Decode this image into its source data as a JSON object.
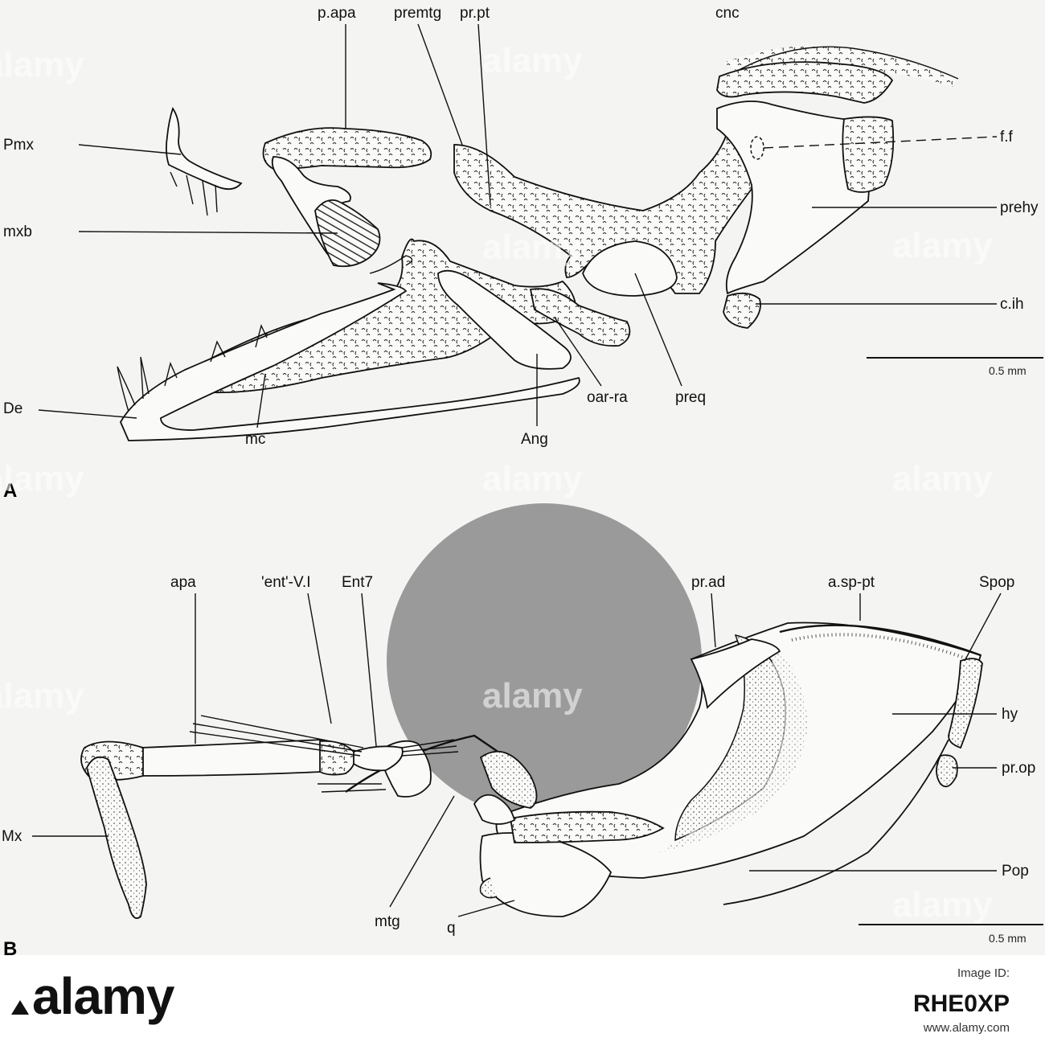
{
  "panels": {
    "A": {
      "label": "A",
      "labels": {
        "p_apa": "p.apa",
        "premtg": "premtg",
        "pr_pt": "pr.pt",
        "cnc": "cnc",
        "f_f": "f.f",
        "pmx": "Pmx",
        "mxb": "mxb",
        "prehy": "prehy",
        "c_ih": "c.ih",
        "de": "De",
        "mc": "mc",
        "ang": "Ang",
        "oar_ra": "oar-ra",
        "preq": "preq"
      },
      "scale": "0.5 mm"
    },
    "B": {
      "label": "B",
      "labels": {
        "apa": "apa",
        "ent_v1": "'ent'-V.I",
        "ent7": "Ent7",
        "pr_ad": "pr.ad",
        "a_sp_pt": "a.sp-pt",
        "spop": "Spop",
        "hy": "hy",
        "pr_op": "pr.op",
        "mx": "Mx",
        "pop": "Pop",
        "mtg": "mtg",
        "q": "q"
      },
      "scale": "0.5 mm"
    }
  },
  "watermark": "alamy",
  "footer": {
    "brand": "alamy",
    "image_id_label": "Image ID:",
    "image_id": "RHE0XP",
    "url": "www.alamy.com"
  },
  "colors": {
    "eye": "#9a9a9a",
    "line": "#111111",
    "background": "#f4f4f2"
  }
}
